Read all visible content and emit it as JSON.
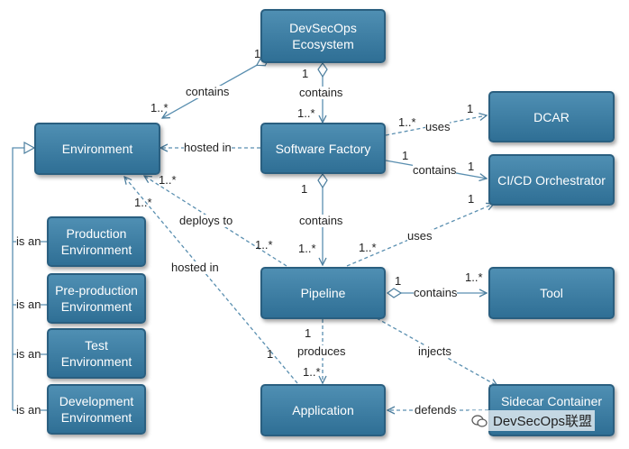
{
  "nodes": {
    "devsecops_ecosystem": [
      "DevSecOps",
      "Ecosystem"
    ],
    "environment": [
      "Environment"
    ],
    "software_factory": [
      "Software Factory"
    ],
    "dcar": [
      "DCAR"
    ],
    "cicd_orchestrator": [
      "CI/CD Orchestrator"
    ],
    "pipeline": [
      "Pipeline"
    ],
    "tool": [
      "Tool"
    ],
    "application": [
      "Application"
    ],
    "sidecar_container": [
      "Sidecar Container"
    ],
    "production_environment": [
      "Production",
      "Environment"
    ],
    "preproduction_environment": [
      "Pre-production",
      "Environment"
    ],
    "test_environment": [
      "Test",
      "Environment"
    ],
    "development_environment": [
      "Development",
      "Environment"
    ]
  },
  "relations": {
    "contains_ecosystem_environment": "contains",
    "contains_ecosystem_factory": "contains",
    "hosted_in_factory": "hosted in",
    "uses_dcar": "uses",
    "contains_orchestrator": "contains",
    "contains_pipeline": "contains",
    "deploys_to": "deploys to",
    "uses_orchestrator": "uses",
    "hosted_in_application": "hosted in",
    "contains_tool": "contains",
    "produces": "produces",
    "injects": "injects",
    "defends": "defends",
    "is_an_1": "is an",
    "is_an_2": "is an",
    "is_an_3": "is an",
    "is_an_4": "is an"
  },
  "multiplicities": {
    "eco_env_1": "1",
    "eco_env_many": "1..*",
    "eco_sf_1": "1",
    "eco_sf_many": "1..*",
    "sf_dcar_many": "1..*",
    "sf_dcar_1": "1",
    "sf_cicd_1": "1",
    "sf_cicd_1b": "1",
    "env_deploy_many": "1..*",
    "env_hosted_many": "1..*",
    "sf_pipe_1": "1",
    "sf_pipe_many": "1..*",
    "pipe_env_many": "1..*",
    "pipe_cicd_many": "1..*",
    "cicd_pipe_1": "1",
    "pipe_tool_1": "1",
    "pipe_tool_many": "1..*",
    "pipe_app_1": "1",
    "pipe_app_many": "1..*",
    "app_env_1": "1"
  },
  "watermark": "DevSecOps联盟",
  "colors": {
    "node_fill": "#3a7ea6",
    "node_border": "#2a5f80",
    "edge": "#5a8fb0"
  }
}
